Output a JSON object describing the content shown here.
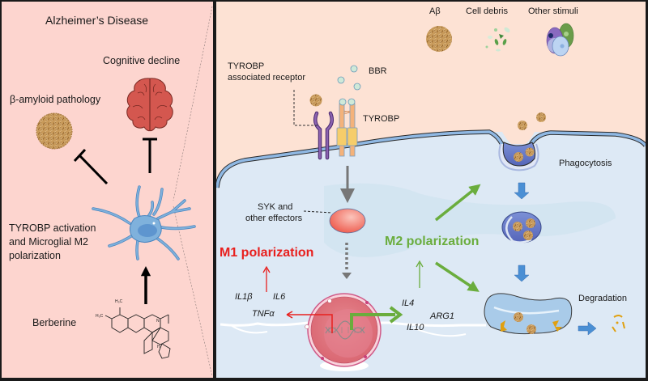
{
  "left_panel": {
    "title": "Alzheimer’s Disease",
    "cognitive_label": "Cognitive decline",
    "amyloid_label": "β-amyloid pathology",
    "microglia_label_line1": "TYROBP activation",
    "microglia_label_line2": "and Microglial M2",
    "microglia_label_line3": "polarization",
    "berberine_label": "Berberine",
    "chem_h3c_1": "H₃C",
    "chem_h3c_2": "H₃C",
    "chem_n": "N",
    "chem_h": "H",
    "chem_o": "O"
  },
  "right_panel": {
    "stimuli": [
      {
        "label": "Aβ",
        "icon": "amyloid-plaque-icon"
      },
      {
        "label": "Cell debris",
        "icon": "cell-debris-icon"
      },
      {
        "label": "Other stimuli",
        "icon": "other-stimuli-icon"
      }
    ],
    "receptor_label_line1": "TYROBP",
    "receptor_label_line2": "associated receptor",
    "bbr_label": "BBR",
    "tyrobp_label": "TYROBP",
    "syk_label_line1": "SYK and",
    "syk_label_line2": "other effectors",
    "m1_label": "M1 polarization",
    "m2_label": "M2 polarization",
    "m1_genes": [
      "IL1β",
      "IL6",
      "TNFα"
    ],
    "m2_genes": [
      "IL4",
      "ARG1",
      "IL10"
    ],
    "phagocytosis_label": "Phagocytosis",
    "degradation_label": "Degradation"
  },
  "colors": {
    "left_bg": "#fdd5cf",
    "extracellular_bg": "#fde2d4",
    "cytoplasm_bg": "#dde9f5",
    "membrane": "#8fb8e3",
    "m1_red": "#e8201e",
    "m2_green": "#6aad3d",
    "arrow_gray": "#777777",
    "arrow_blue": "#4a8fd4",
    "brain_red": "#d4574f",
    "amyloid_brown": "#b98a4e",
    "microglia_blue": "#7fb1dc"
  }
}
